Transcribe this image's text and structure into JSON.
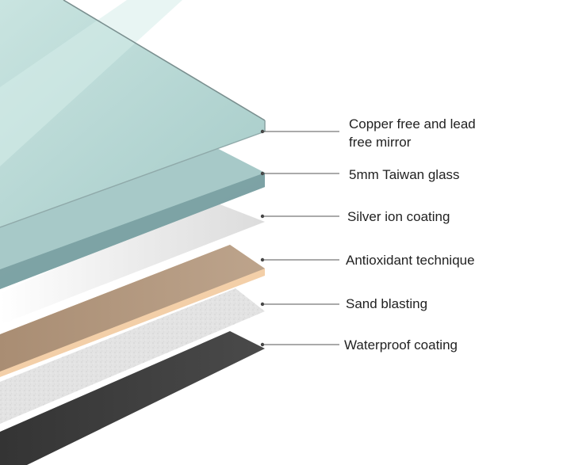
{
  "colors": {
    "mirror_edge": "#bcd9d6",
    "glass": "#8fb3b3",
    "silver": "#e9e9e9",
    "antioxidant": "#b39a82",
    "antioxidant_edge": "#f3cfa8",
    "sand": "#e1e1e1",
    "waterproof": "#3f3f3f"
  },
  "layers": [
    {
      "id": "mirror",
      "lines": [
        "Copper free and lead",
        "free mirror"
      ]
    },
    {
      "id": "glass",
      "lines": [
        "5mm Taiwan glass"
      ]
    },
    {
      "id": "silver",
      "lines": [
        "Silver ion coating"
      ]
    },
    {
      "id": "antioxidant",
      "lines": [
        "Antioxidant technique"
      ]
    },
    {
      "id": "sand",
      "lines": [
        "Sand blasting"
      ]
    },
    {
      "id": "waterproof",
      "lines": [
        "Waterproof coating"
      ]
    }
  ]
}
